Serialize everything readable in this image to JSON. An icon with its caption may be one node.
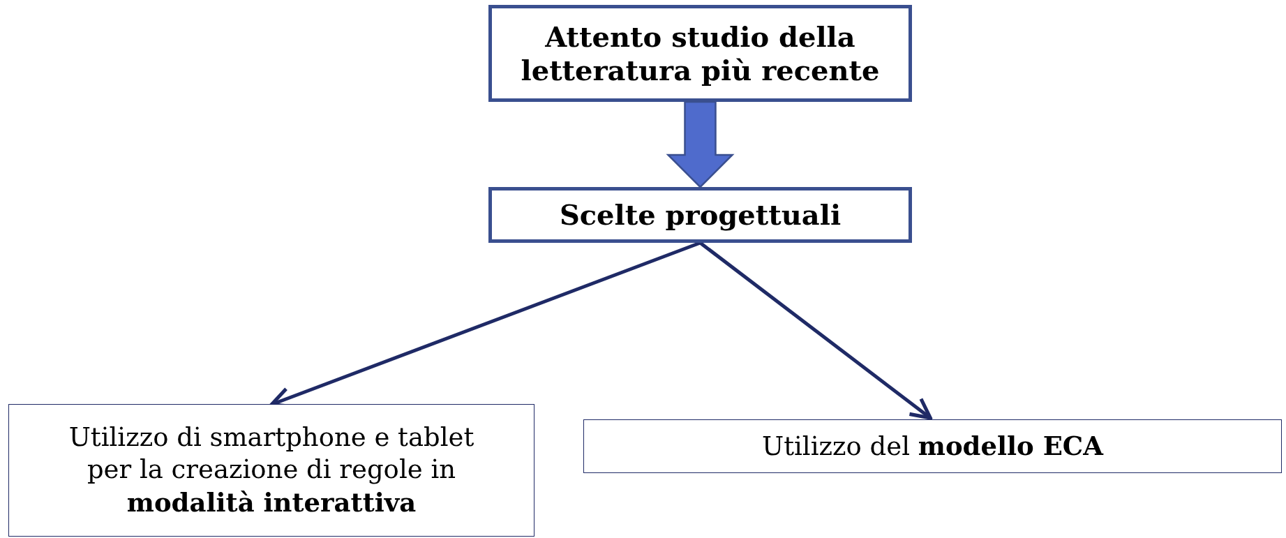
{
  "diagram": {
    "nodes": [
      {
        "text": [
          "Attento studio della letteratura più recente"
        ]
      },
      {
        "text": [
          "Scelte progettuali"
        ]
      },
      {
        "text": [
          "Utilizzo di smartphone e tablet per la creazione di regole in **modalità interattiva**"
        ]
      },
      {
        "text": [
          "Utilizzo del **modello ECA**"
        ]
      }
    ],
    "edges": [
      {
        "from": 0,
        "to": 1,
        "arrow": "to",
        "style": "thick",
        "color": "#4f6bcc"
      },
      {
        "from": 1,
        "to": 2,
        "arrow": "to"
      },
      {
        "from": 1,
        "to": 3,
        "arrow": "to"
      }
    ]
  }
}
